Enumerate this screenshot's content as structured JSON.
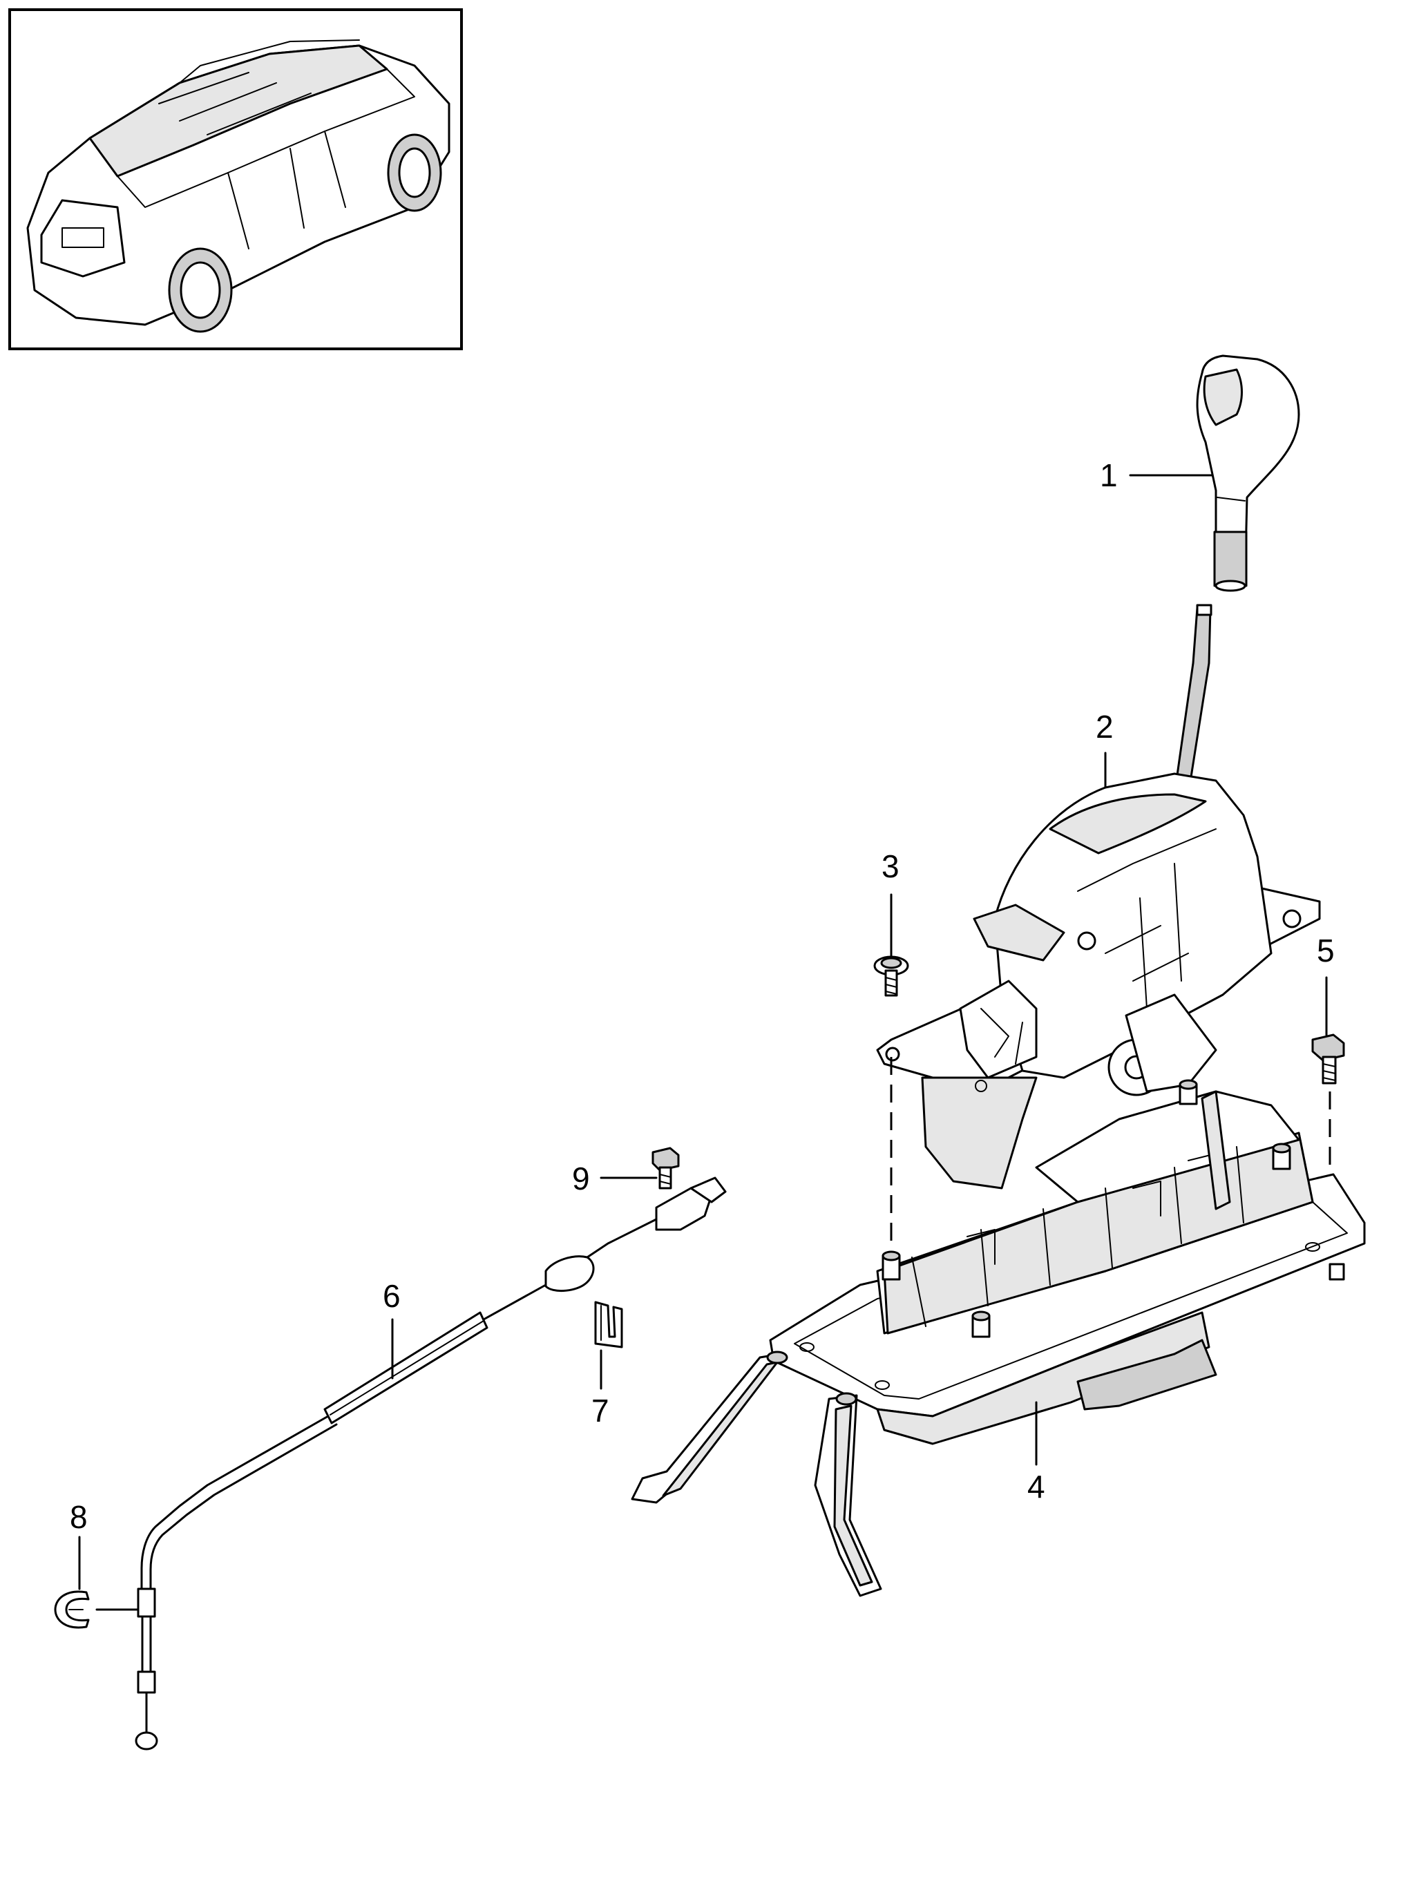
{
  "callouts": [
    "1",
    "2",
    "3",
    "4",
    "5",
    "6",
    "7",
    "8",
    "9"
  ],
  "colors": {
    "line": "#000000",
    "background": "#ffffff",
    "shade": "#e6e6e6"
  }
}
